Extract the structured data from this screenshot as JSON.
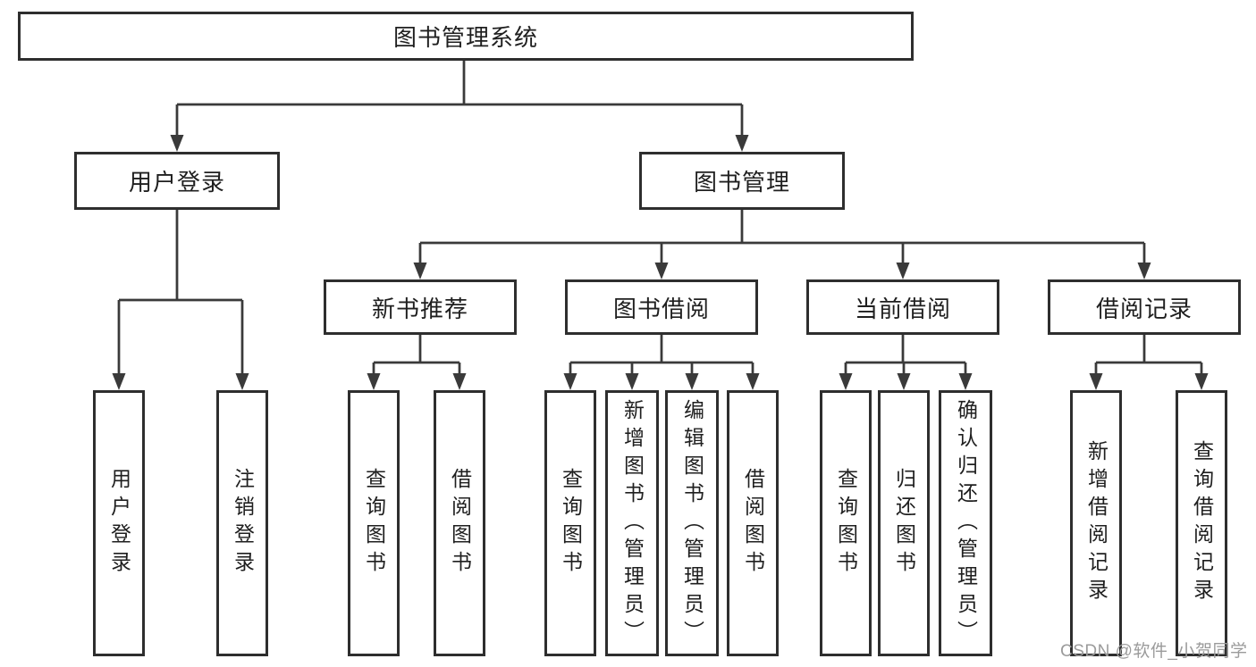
{
  "tree": {
    "label": "图书管理系统",
    "children": [
      {
        "label": "用户登录",
        "children": [
          {
            "label": "用户登录"
          },
          {
            "label": "注销登录"
          }
        ]
      },
      {
        "label": "图书管理",
        "children": [
          {
            "label": "新书推荐",
            "children": [
              {
                "label": "查询图书"
              },
              {
                "label": "借阅图书"
              }
            ]
          },
          {
            "label": "图书借阅",
            "children": [
              {
                "label": "查询图书"
              },
              {
                "label": "新增图书（管理员）"
              },
              {
                "label": "编辑图书（管理员）"
              },
              {
                "label": "借阅图书"
              }
            ]
          },
          {
            "label": "当前借阅",
            "children": [
              {
                "label": "查询图书"
              },
              {
                "label": "归还图书"
              },
              {
                "label": "确认归还（管理员）"
              }
            ]
          },
          {
            "label": "借阅记录",
            "children": [
              {
                "label": "新增借阅记录"
              },
              {
                "label": "查询借阅记录"
              }
            ]
          }
        ]
      }
    ]
  },
  "watermark": {
    "text": "CSDN @软件_小贺同学"
  },
  "colors": {
    "line": "#3a3a3a",
    "box_border": "#2e2e2e",
    "text": "#1f1f1f",
    "watermark": "#9b9b9b",
    "background": "#ffffff"
  }
}
